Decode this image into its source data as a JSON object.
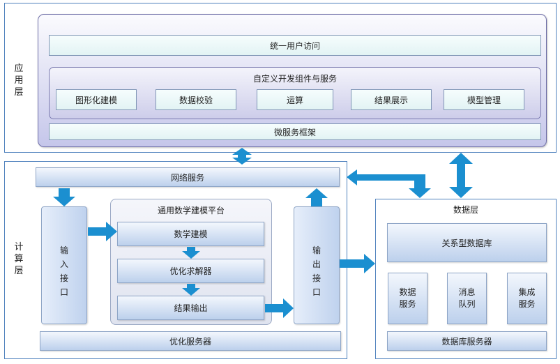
{
  "layers": {
    "application": {
      "label": "应用层",
      "unified_access": "统一用户访问",
      "custom_services": {
        "title": "自定义开发组件与服务",
        "items": [
          "图形化建模",
          "数据校验",
          "运算",
          "结果展示",
          "模型管理"
        ]
      },
      "microservice": "微服务框架"
    },
    "compute": {
      "label": "计算层",
      "network_service": "网络服务",
      "input_interface": "输入接口",
      "output_interface": "输出接口",
      "platform": {
        "title": "通用数学建模平台",
        "steps": [
          "数学建模",
          "优化求解器",
          "结果输出"
        ]
      },
      "optimization_server": "优化服务器"
    },
    "data": {
      "title": "数据层",
      "relational_db": "关系型数据库",
      "services": [
        "数据服务",
        "消息队列",
        "集成服务"
      ],
      "db_server": "数据库服务器"
    }
  },
  "colors": {
    "arrow": "#1b8fd0",
    "frame": "#4f81bd"
  }
}
